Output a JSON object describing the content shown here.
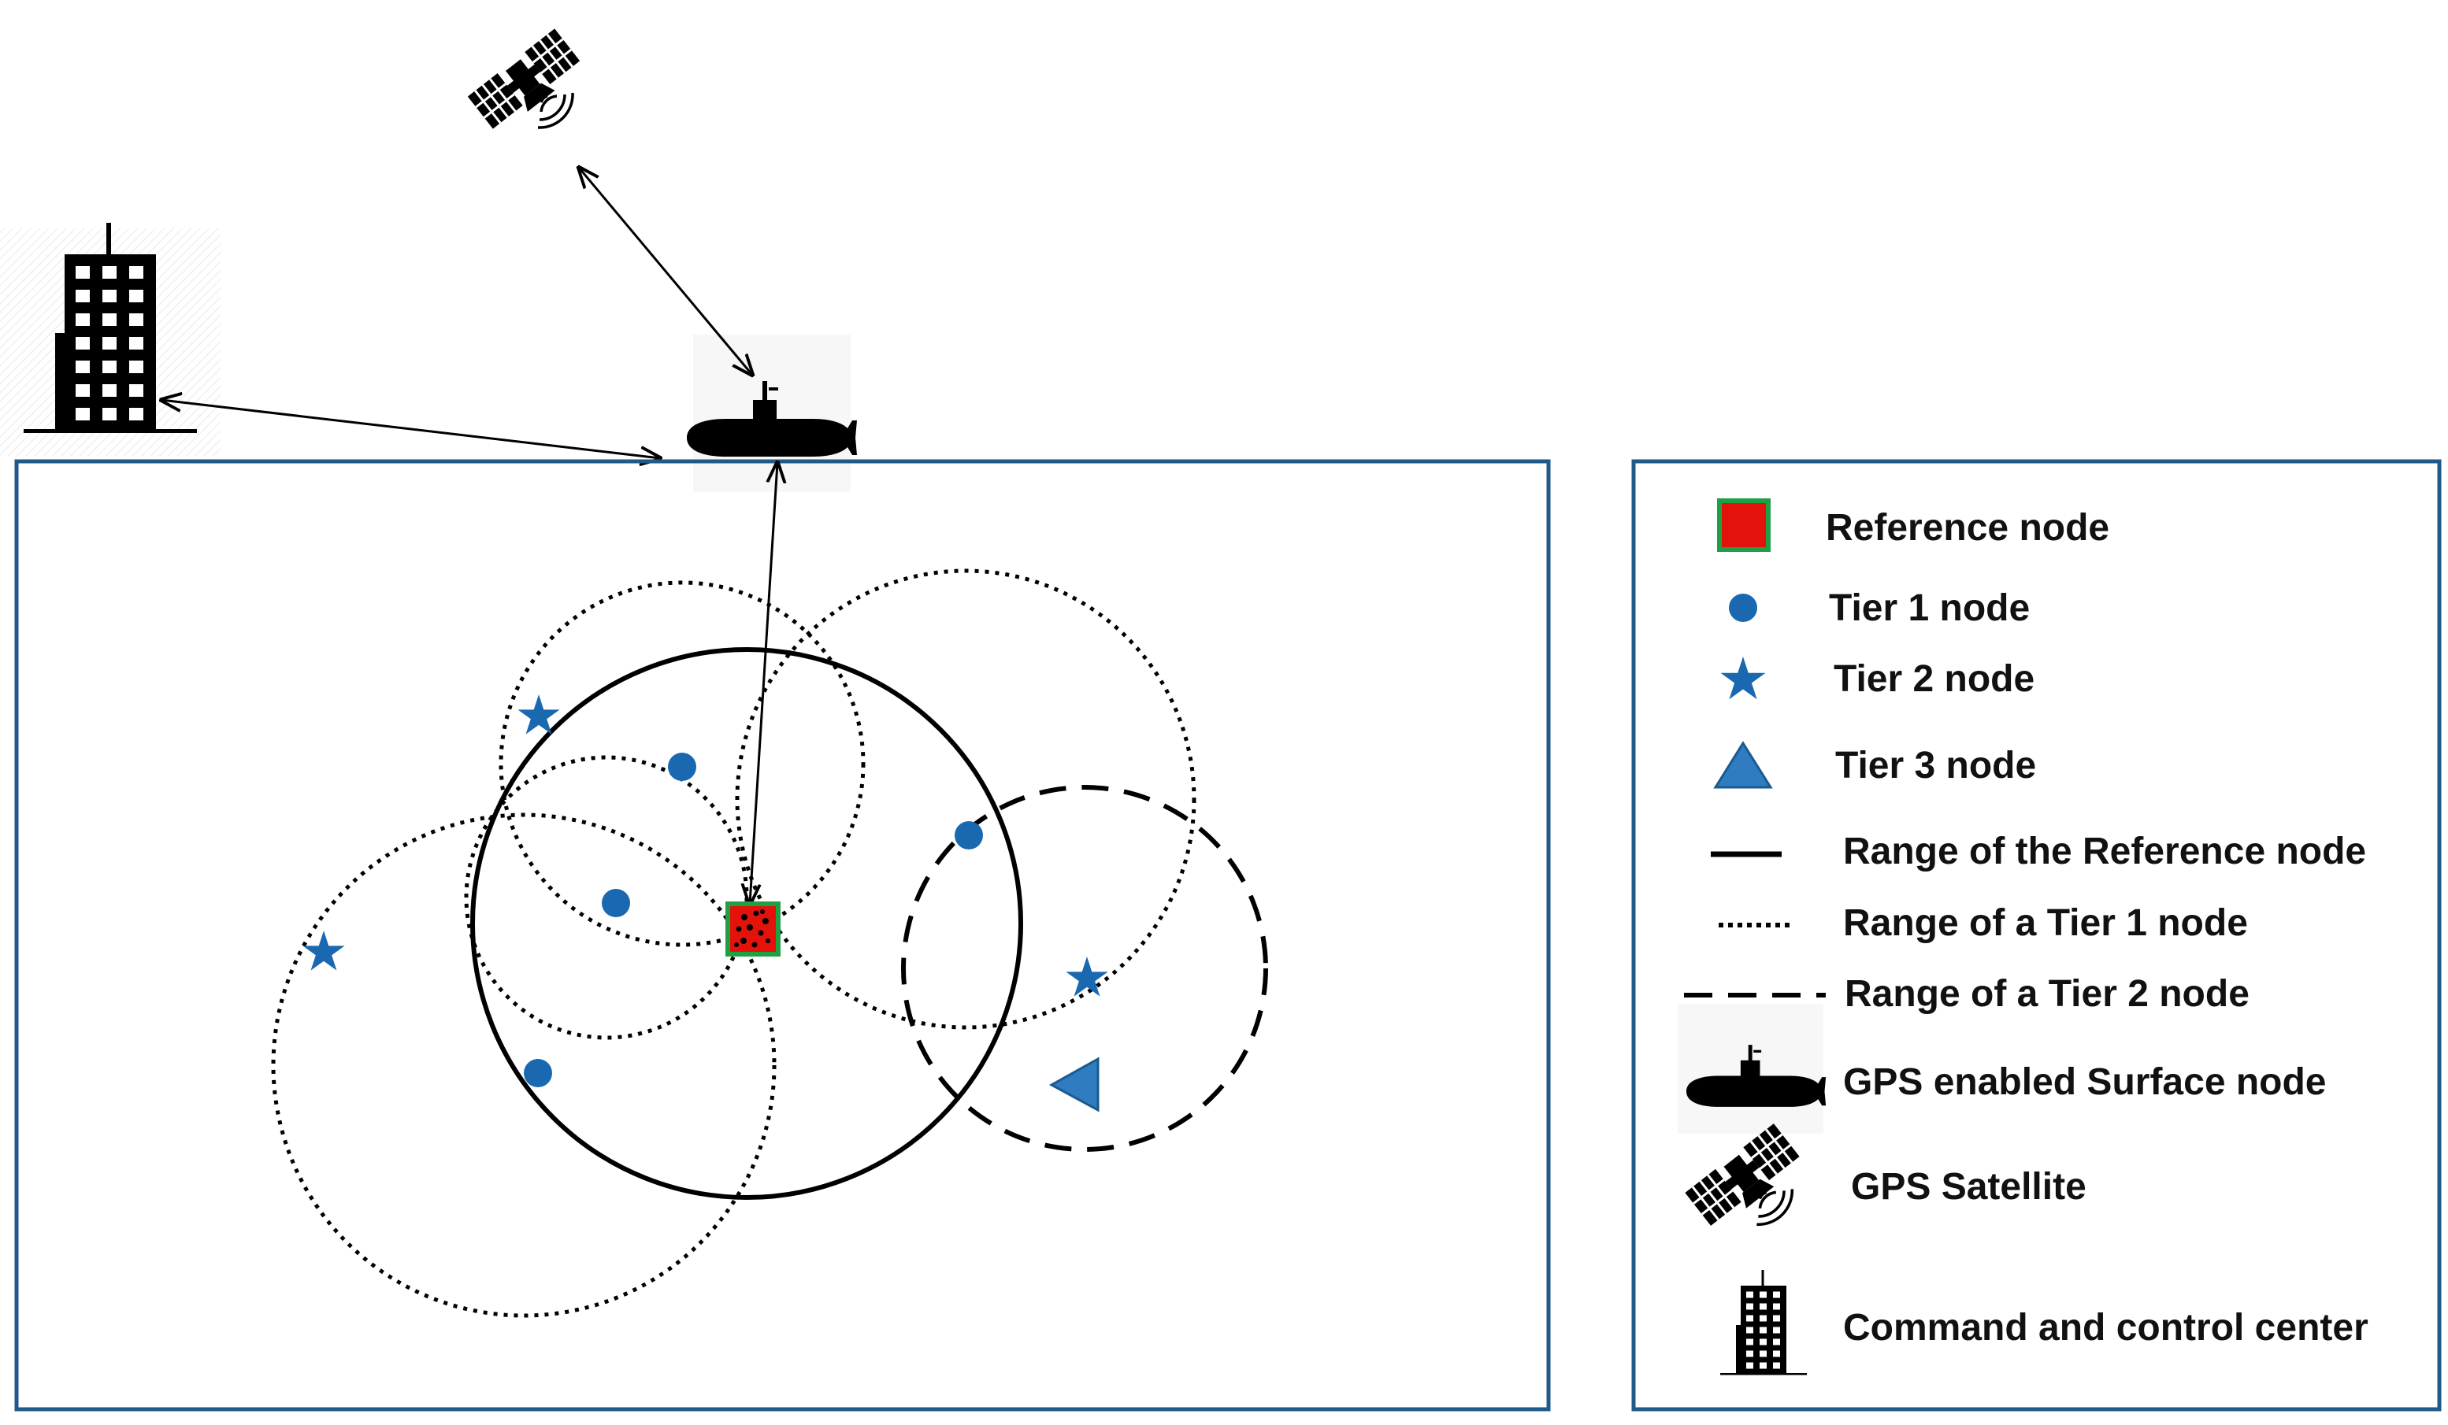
{
  "colors": {
    "frame": "#1f5a8a",
    "node_blue": "#1a68b0",
    "reference_fill": "#e3120b",
    "reference_border": "#1fa045",
    "ink": "#000000"
  },
  "legend": {
    "items": [
      {
        "key": "reference",
        "label": "Reference node"
      },
      {
        "key": "tier1",
        "label": "Tier 1 node"
      },
      {
        "key": "tier2",
        "label": "Tier 2 node"
      },
      {
        "key": "tier3",
        "label": "Tier 3 node"
      },
      {
        "key": "range_reference",
        "label": "Range of the Reference node"
      },
      {
        "key": "range_tier1",
        "label": "Range of a Tier 1 node"
      },
      {
        "key": "range_tier2",
        "label": "Range of a Tier 2 node"
      },
      {
        "key": "surface",
        "label": "GPS enabled Surface node"
      },
      {
        "key": "satellite",
        "label": "GPS Satellite"
      },
      {
        "key": "command",
        "label": "Command and control center"
      }
    ]
  },
  "icons": {
    "satellite": "satellite-icon",
    "submarine": "submarine-icon",
    "building": "building-icon"
  }
}
